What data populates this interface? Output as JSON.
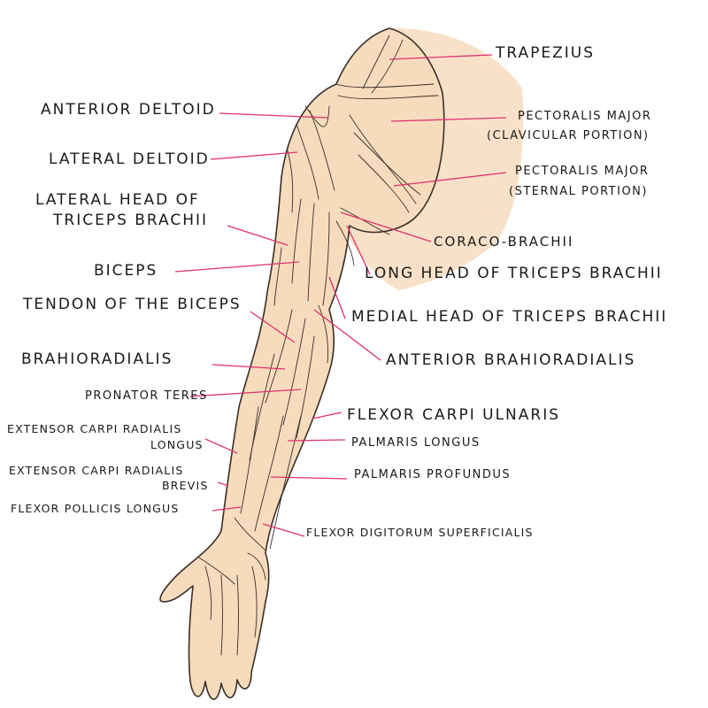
{
  "colors": {
    "skin": "#f6dcbd",
    "shoulder_bg": "#f8e1c8",
    "outline": "#3a2f28",
    "leader": "#e0316f",
    "text": "#1a1a1a"
  },
  "labels": {
    "trapezius": "TRAPEZIUS",
    "anterior_deltoid": "ANTERIOR DELTOID",
    "lateral_deltoid": "LATERAL DELTOID",
    "pect_major_clav_1": "PECTORALIS MAJOR",
    "pect_major_clav_2": "(CLAVICULAR PORTION)",
    "pect_major_stern_1": "PECTORALIS MAJOR",
    "pect_major_stern_2": "(STERNAL PORTION)",
    "lat_head_triceps_1": "LATERAL HEAD OF",
    "lat_head_triceps_2": "TRICEPS BRACHII",
    "coraco_brachii": "CORACO-BRACHII",
    "biceps": "BICEPS",
    "long_head_triceps": "LONG HEAD OF TRICEPS BRACHII",
    "tendon_biceps": "TENDON OF THE BICEPS",
    "medial_head_triceps": "MEDIAL HEAD OF TRICEPS BRACHII",
    "brahioradialis": "BRAHIORADIALIS",
    "anterior_brahioradialis": "ANTERIOR BRAHIORADIALIS",
    "pronator_teres": "PRONATOR TERES",
    "flexor_carpi_ulnaris": "FLEXOR CARPI ULNARIS",
    "ext_carpi_rad_longus_1": "EXTENSOR CARPI RADIALIS",
    "ext_carpi_rad_longus_2": "LONGUS",
    "palmaris_longus": "PALMARIS LONGUS",
    "ext_carpi_rad_brevis_1": "EXTENSOR CARPI RADIALIS",
    "ext_carpi_rad_brevis_2": "BREVIS",
    "palmaris_profundus": "PALMARIS PROFUNDUS",
    "flexor_pollicis_longus": "FLEXOR POLLICIS LONGUS",
    "flexor_digitorum_superficialis": "FLEXOR DIGITORUM SUPERFICIALIS"
  }
}
